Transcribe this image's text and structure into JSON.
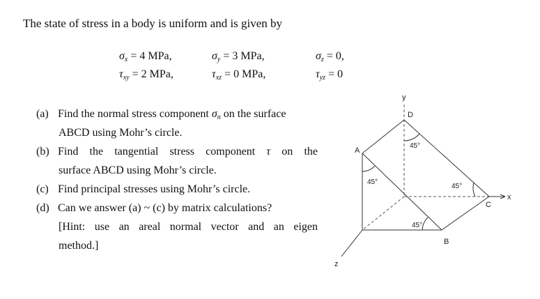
{
  "problem": {
    "intro": "The state of stress in a body is uniform and is given by",
    "equations": {
      "sx": {
        "sym": "σ",
        "sub": "x",
        "val": " = 4 MPa,"
      },
      "sy": {
        "sym": "σ",
        "sub": "y",
        "val": " = 3 MPa,"
      },
      "sz": {
        "sym": "σ",
        "sub": "z",
        "val": " = 0,"
      },
      "txy": {
        "sym": "τ",
        "sub": "xy",
        "val": " = 2 MPa,"
      },
      "txz": {
        "sym": "τ",
        "sub": "xz",
        "val": " = 0 MPa,"
      },
      "tyz": {
        "sym": "τ",
        "sub": "yz",
        "val": " = 0"
      }
    },
    "questions": {
      "a_label": "(a)",
      "a_text_pre": "Find the normal stress component ",
      "a_sym": "σ",
      "a_sub": "n",
      "a_text_post": " on the surface",
      "a_line2": "ABCD using Mohr’s circle.",
      "b_label": "(b)",
      "b_text_pre": "Find the tangential stress component ",
      "b_sym": "τ",
      "b_text_post": " on the",
      "b_line2": "surface ABCD using Mohr’s circle.",
      "c_label": "(c)",
      "c_text": "Find principal stresses using Mohr’s circle.",
      "d_label": "(d)",
      "d_text": "Can we answer (a) ~ (c) by matrix calculations?",
      "d_line2": "[Hint: use an areal normal vector and an eigen",
      "d_line3": "method.]"
    }
  },
  "figure": {
    "axis_y": "y",
    "axis_x": "x",
    "axis_z": "z",
    "point_a": "A",
    "point_b": "B",
    "point_c": "C",
    "point_d": "D",
    "angle_top": "45°",
    "angle_left": "45°",
    "angle_right": "45°",
    "angle_bottom": "45°"
  }
}
